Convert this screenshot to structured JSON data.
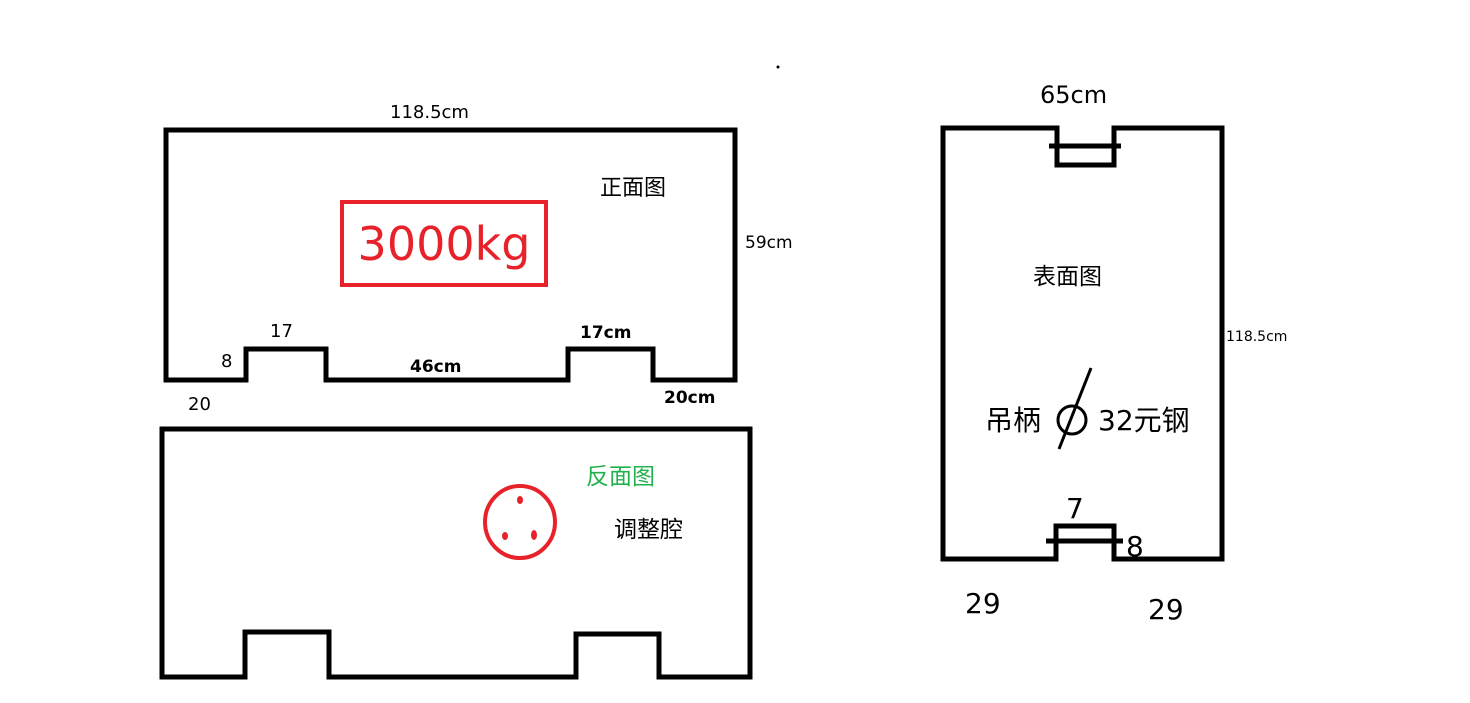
{
  "colors": {
    "outline": "#000000",
    "weight_box": "#e8222a",
    "back_label": "#22b14c"
  },
  "front_view": {
    "title": "正面图",
    "weight": "3000kg",
    "width_label": "118.5cm",
    "height_label": "59cm",
    "notch_left_width": "17",
    "notch_depth": "8",
    "middle_span": "46cm",
    "notch_right_width": "17cm",
    "left_edge": "20",
    "right_edge": "20cm"
  },
  "back_view": {
    "title": "反面图",
    "cavity_label": "调整腔",
    "cavity_icon": "adjustment-cavity-circle"
  },
  "top_view": {
    "title": "表面图",
    "width_label": "65cm",
    "length_label": "118.5cm",
    "handle_label": "吊柄",
    "diameter_symbol": "diameter-icon",
    "steel_label": "32元钢",
    "slot_width": "7",
    "slot_depth": "8",
    "bottom_left": "29",
    "bottom_right": "29"
  }
}
